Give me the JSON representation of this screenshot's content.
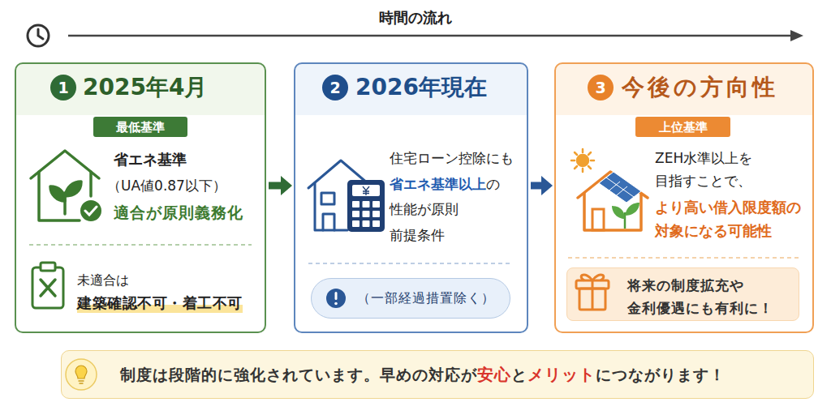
{
  "diagram": {
    "nodes": [
      {
        "text": [
          "2025年4月",
          "省エネ基準",
          "（UA値0.87以下）",
          "適合が原則義務化",
          "未適合は",
          "建築確認不可・着工不可"
        ]
      },
      {
        "text": [
          "1"
        ],
        "in": 0
      },
      {
        "text": [
          "最低基準"
        ],
        "in": 0
      },
      {
        "text": [
          "2026年現在",
          "住宅ローン控除にも",
          "省エネ基準以上",
          "の",
          "性能が原則 前提条件"
        ]
      },
      {
        "text": [
          "2"
        ],
        "in": 3
      },
      {
        "text": [
          "（一部経過措置除く）"
        ],
        "in": 3
      },
      {
        "text": [
          "今後の方向性",
          "ZEH水準以上を 目指すことで、",
          "より高い借入限度額の 対象になる可能性"
        ]
      },
      {
        "text": [
          "3"
        ],
        "in": 6
      },
      {
        "text": [
          "上位基準"
        ],
        "in": 6
      },
      {
        "text": [
          "将来の制度拡充や 金利優遇にも有利に！"
        ],
        "in": 6
      },
      {
        "text": [
          "制度は段階的に強化されています。早めの対応が",
          "安心",
          "と",
          "メリット",
          "につながります！"
        ]
      }
    ],
    "edges": [
      {
        "from": 0,
        "to": 3,
        "arrow": "to"
      },
      {
        "from": 3,
        "to": 6,
        "arrow": "to"
      }
    ],
    "labels": [
      "時間の流れ"
    ]
  }
}
